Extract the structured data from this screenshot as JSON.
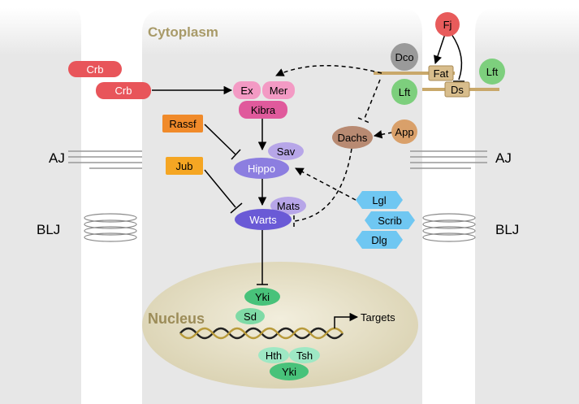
{
  "regions": {
    "cytoplasm": "Cytoplasm",
    "nucleus": "Nucleus"
  },
  "junctions": {
    "aj_left": "AJ",
    "aj_right": "AJ",
    "blj_left": "BLJ",
    "blj_right": "BLJ"
  },
  "proteins": {
    "crb_top": "Crb",
    "crb_bottom": "Crb",
    "ex": "Ex",
    "mer": "Mer",
    "kibra": "Kibra",
    "rassf": "Rassf",
    "jub": "Jub",
    "sav": "Sav",
    "hippo": "Hippo",
    "mats": "Mats",
    "warts": "Warts",
    "dachs": "Dachs",
    "app": "App",
    "lgl": "Lgl",
    "scrib": "Scrib",
    "dlg": "Dlg",
    "fj": "Fj",
    "dco": "Dco",
    "fat": "Fat",
    "ds": "Ds",
    "lft_left": "Lft",
    "lft_right": "Lft",
    "yki_cyto": "Yki",
    "sd": "Sd",
    "hth": "Hth",
    "tsh": "Tsh",
    "yki_nuc": "Yki"
  },
  "targets_label": "Targets",
  "colors": {
    "membrane": "#e6e6e6",
    "cytoplasm_title": "#a89a68",
    "nucleus_fill": "#e6e0c6",
    "crb": "#e8555a",
    "ex_mer": "#f39ac4",
    "kibra": "#e05a9c",
    "rassf": "#f08a2a",
    "jub": "#f5a623",
    "core": "#8c7ee0",
    "dachs": "#b88a72",
    "lgl_scrib_dlg": "#6fc7f2",
    "fj": "#e85b5b",
    "dco": "#9a9a9a",
    "lft": "#7dcf7d",
    "fat_ds": "#d8bd8c",
    "yki_sd": "#48c27a",
    "hth_tsh": "#9ee8c4"
  }
}
